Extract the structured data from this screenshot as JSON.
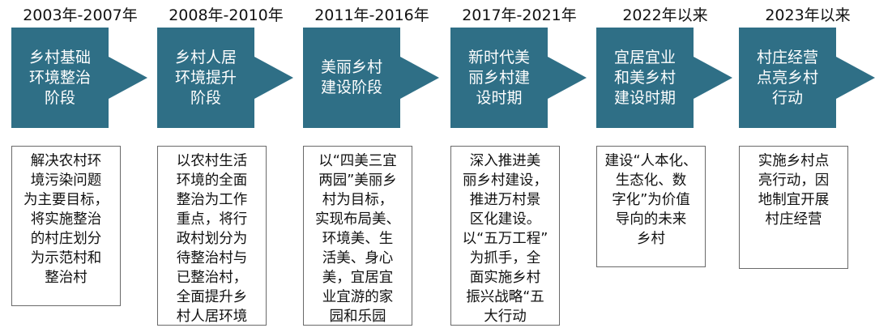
{
  "colors": {
    "arrow_fill": "#2f6f86",
    "box_border": "#6a6a6a"
  },
  "stages": [
    {
      "year": "2003年-2007年",
      "title": "乡村基础\n环境整治\n阶段",
      "desc": "解决农村环\n境污染问题\n为主要目标，\n将实施整治\n的村庄划分\n为示范村和\n整治村"
    },
    {
      "year": "2008年-2010年",
      "title": "乡村人居\n环境提升\n阶段",
      "desc": "以农村生活\n环境的全面\n整治为工作\n重点，将行\n政村划分为\n待整治村与\n已整治村，\n全面提升乡\n村人居环境"
    },
    {
      "year": "2011年-2016年",
      "title": "美丽乡村\n建设阶段",
      "desc": "以“四美三宜\n两园”美丽乡\n村为目标，\n实现布局美、\n环境美、生\n活美、身心\n美，宜居宜\n业宜游的家\n园和乐园"
    },
    {
      "year": "2017年-2021年",
      "title": "新时代美\n丽乡村建\n设时期",
      "desc": "深入推进美\n丽乡村建设，\n推进万村景\n区化建设。\n以“五万工程”\n为抓手，全\n面实施乡村\n振兴战略“五\n大行动"
    },
    {
      "year": "2022年以来",
      "title": "宜居宜业\n和美乡村\n建设时期",
      "desc": "建设“人本化、\n生态化、数\n字化”为价值\n导向的未来\n乡村"
    },
    {
      "year": "2023年以来",
      "title": "村庄经营\n点亮乡村\n行动",
      "desc": "实施乡村点\n亮行动，因\n地制宜开展\n村庄经营"
    }
  ]
}
